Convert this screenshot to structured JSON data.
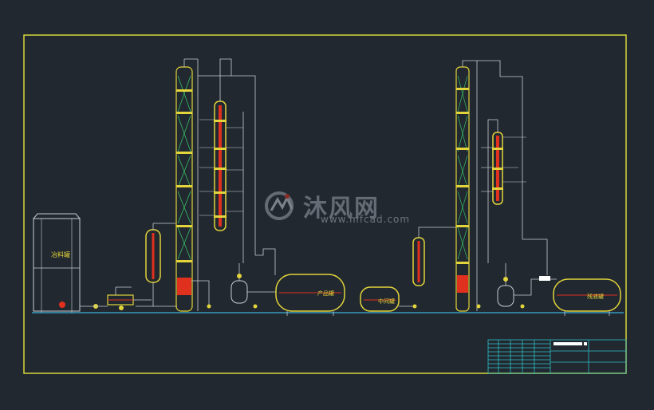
{
  "colors": {
    "background": "#212830",
    "frame": "#d7d83a",
    "pipe": "#c9cdd2",
    "vessel_red": "#e0301e",
    "vessel_yellow": "#e2d43a",
    "tray_green": "#3ad26a",
    "base_line": "#3ab0d8",
    "title_block": "#30c0c8"
  },
  "tank_labels": {
    "storage_tank": "冶料罐",
    "product_tank": "产品罐",
    "middle_tank": "中间罐",
    "residue_tank": "残液罐"
  },
  "watermark": {
    "brand": "沐风网",
    "url": "www.mfcad.com",
    "logo_icon": "mf-logo-icon"
  }
}
